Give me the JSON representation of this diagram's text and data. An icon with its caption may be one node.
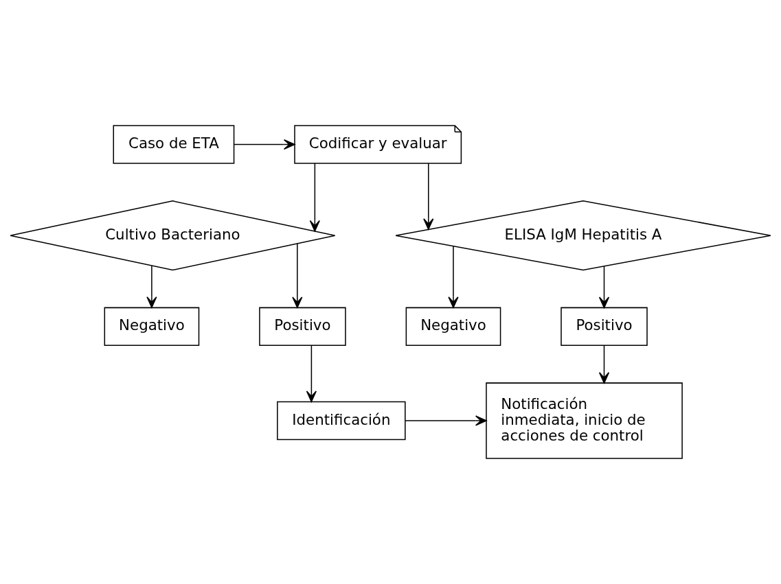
{
  "diagram": {
    "nodes": [
      {
        "text": [
          "Caso de ETA"
        ]
      },
      {
        "text": [
          "Codificar y evaluar"
        ]
      },
      {
        "text": [
          "Cultivo Bacteriano"
        ]
      },
      {
        "text": [
          "ELISA IgM Hepatitis A"
        ]
      },
      {
        "text": [
          "Negativo"
        ]
      },
      {
        "text": [
          "Positivo"
        ]
      },
      {
        "text": [
          "Identificación"
        ]
      },
      {
        "text": [
          "Notificación inmediata, inicio de acciones de control"
        ]
      },
      {
        "text": [
          "Negativo"
        ]
      },
      {
        "text": [
          "Positivo"
        ]
      }
    ],
    "edges": [
      {
        "from": 0,
        "to": 1,
        "arrow": "to"
      },
      {
        "from": 1,
        "to": 2,
        "arrow": "to"
      },
      {
        "from": 1,
        "to": 3,
        "arrow": "to"
      },
      {
        "from": 2,
        "to": 4,
        "arrow": "to"
      },
      {
        "from": 2,
        "to": 5,
        "arrow": "to"
      },
      {
        "from": 5,
        "to": 6,
        "arrow": "to"
      },
      {
        "from": 6,
        "to": 7,
        "arrow": "to"
      },
      {
        "from": 3,
        "to": 8,
        "arrow": "to"
      },
      {
        "from": 3,
        "to": 9,
        "arrow": "to"
      },
      {
        "from": 9,
        "to": 7,
        "arrow": "to"
      }
    ]
  }
}
